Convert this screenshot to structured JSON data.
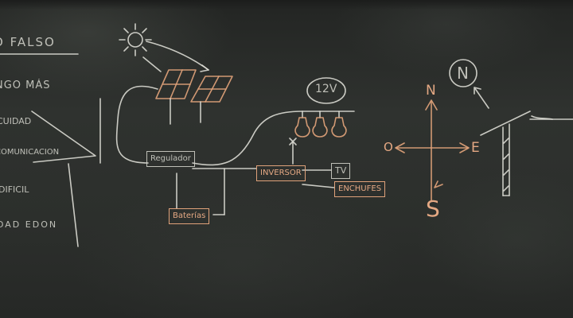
{
  "left_edge_text": [
    "O FALSO",
    "NGO MÁS",
    "CUIDAD",
    "COMUNICACION",
    "DIFICIL",
    "DAD EDON"
  ],
  "diagram": {
    "voltage": "12V",
    "regulator": "Regulador",
    "battery": "Baterías",
    "inverter": "INVERSOR",
    "tv": "TV",
    "outlets": "ENCHUFES"
  },
  "compass": {
    "north": "N",
    "south": "S",
    "east": "E",
    "west": "O",
    "north_circled": "N"
  },
  "colors": {
    "board": "#2c2f2c",
    "chalk_white": "#dcdcd4",
    "chalk_orange": "#e0a27a"
  }
}
